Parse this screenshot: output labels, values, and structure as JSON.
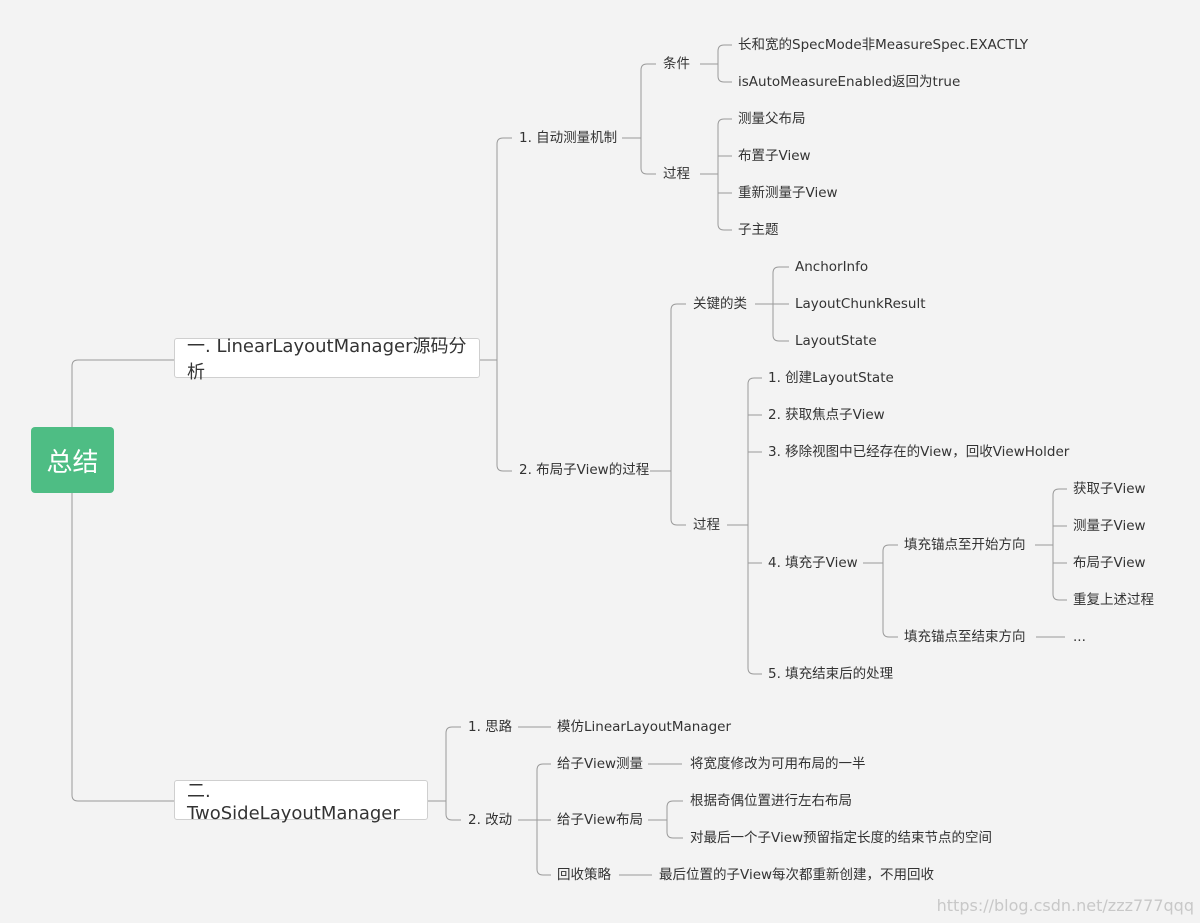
{
  "root": "总结",
  "branch1": {
    "label": "一. LinearLayoutManager源码分析",
    "auto": {
      "label": "1. 自动测量机制",
      "cond": {
        "label": "条件",
        "items": [
          "长和宽的SpecMode非MeasureSpec.EXACTLY",
          "isAutoMeasureEnabled返回为true"
        ]
      },
      "proc": {
        "label": "过程",
        "items": [
          "测量父布局",
          "布置子View",
          "重新测量子View",
          "子主题"
        ]
      }
    },
    "layout": {
      "label": "2. 布局子View的过程",
      "classes": {
        "label": "关键的类",
        "items": [
          "AnchorInfo",
          "LayoutChunkResult",
          "LayoutState"
        ]
      },
      "proc": {
        "label": "过程",
        "s1": "1. 创建LayoutState",
        "s2": "2. 获取焦点子View",
        "s3": "3. 移除视图中已经存在的View，回收ViewHolder",
        "s4": {
          "label": "4. 填充子View",
          "start": {
            "label": "填充锚点至开始方向",
            "items": [
              "获取子View",
              "测量子View",
              "布局子View",
              "重复上述过程"
            ]
          },
          "end": {
            "label": "填充锚点至结束方向",
            "item": "..."
          }
        },
        "s5": "5. 填充结束后的处理"
      }
    }
  },
  "branch2": {
    "label": "二. TwoSideLayoutManager",
    "idea": {
      "label": "1. 思路",
      "item": "模仿LinearLayoutManager"
    },
    "change": {
      "label": "2. 改动",
      "measure": {
        "label": "给子View测量",
        "item": "将宽度修改为可用布局的一半"
      },
      "layout": {
        "label": "给子View布局",
        "items": [
          "根据奇偶位置进行左右布局",
          "对最后一个子View预留指定长度的结束节点的空间"
        ]
      },
      "recycle": {
        "label": "回收策略",
        "item": "最后位置的子View每次都重新创建，不用回收"
      }
    }
  },
  "watermark": "https://blog.csdn.net/zzz777qqq",
  "colors": {
    "root": "#4ebd84",
    "line": "#9a9a9a",
    "background": "#f3f3f3"
  }
}
